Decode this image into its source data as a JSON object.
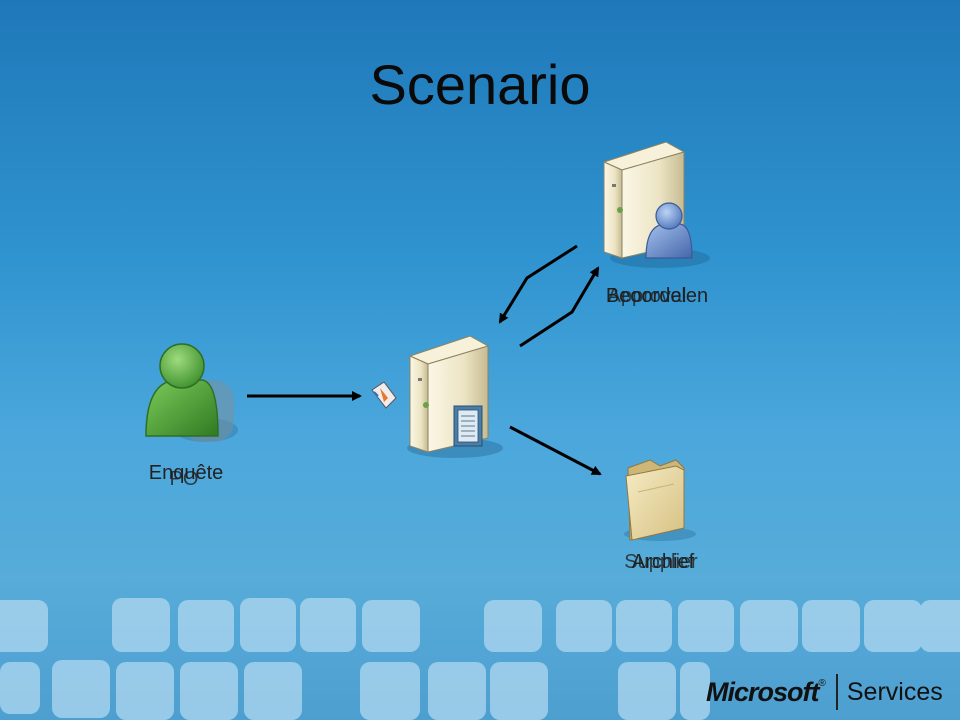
{
  "slide": {
    "title": "Scenario"
  },
  "diagram": {
    "nodes": {
      "requester": {
        "label": "Enquête",
        "overlay_label": "PO"
      },
      "approver": {
        "label": "Beoordelen",
        "overlay_label": "Approval"
      },
      "archive": {
        "label": "Archief",
        "overlay_label": "Supplier"
      }
    }
  },
  "footer": {
    "brand_name": "Microsoft",
    "brand_mark": "®",
    "brand_suffix": "Services"
  },
  "colors": {
    "background_top": "#1f78b9",
    "background_bottom": "#57acd9",
    "tile_color": "#a8d4ee",
    "person_green": "#4aa23a",
    "person_blue": "#6a8fd0",
    "folder": "#e9d9a2"
  }
}
